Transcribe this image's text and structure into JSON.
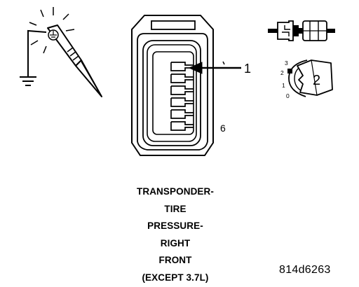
{
  "connector": {
    "callout_label": "1",
    "pin_count_label": "6"
  },
  "inset": {
    "callout_label": "2",
    "position_labels": [
      "3",
      "2",
      "1",
      "0"
    ]
  },
  "title": {
    "lines": [
      "TRANSPONDER-",
      "TIRE",
      "PRESSURE-",
      "RIGHT",
      "FRONT",
      "(EXCEPT 3.7L)"
    ]
  },
  "figure_id": "814d6263"
}
